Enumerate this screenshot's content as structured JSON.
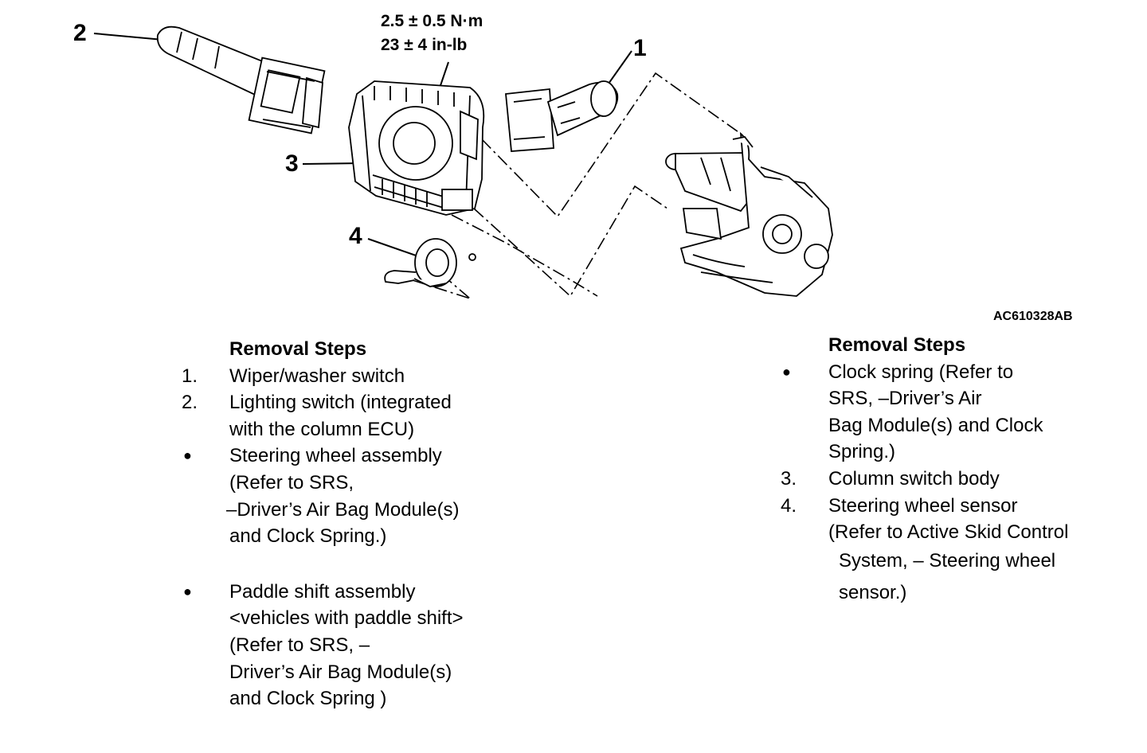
{
  "figure": {
    "torque_line1": "2.5 ± 0.5 N·m",
    "torque_line2": "23 ± 4 in-lb",
    "code": "AC610328AB",
    "callouts": [
      "1",
      "2",
      "3",
      "4"
    ]
  },
  "left_steps": {
    "heading": "Removal Steps",
    "items": [
      {
        "marker": "1.",
        "lines": [
          "Wiper/washer switch"
        ]
      },
      {
        "marker": "2.",
        "lines": [
          "Lighting switch (integrated",
          "with the column ECU)"
        ]
      },
      {
        "marker": "●",
        "lines": [
          "Steering wheel assembly",
          "(Refer to SRS,",
          "–Driver’s Air Bag Module(s)",
          "and Clock Spring.)"
        ]
      },
      {
        "marker": "●",
        "lines": [
          "Paddle shift assembly",
          "<vehicles with paddle shift>",
          "(Refer to SRS, –",
          "Driver’s Air Bag Module(s)",
          "and Clock Spring )"
        ]
      }
    ]
  },
  "right_steps": {
    "heading": "Removal Steps",
    "items": [
      {
        "marker": "●",
        "lines": [
          "Clock spring (Refer to",
          "SRS, –Driver’s Air",
          "Bag Module(s) and Clock",
          "Spring.)"
        ]
      },
      {
        "marker": "3.",
        "lines": [
          "Column switch body"
        ]
      },
      {
        "marker": "4.",
        "lines": [
          "Steering wheel sensor",
          "(Refer to Active Skid Control",
          "System, – Steering wheel",
          "sensor.)"
        ]
      }
    ]
  }
}
